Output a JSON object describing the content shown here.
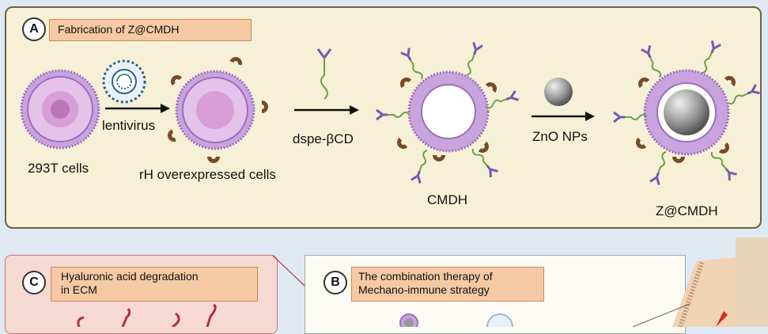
{
  "panel_a": {
    "badge": "A",
    "title": "Fabrication of Z@CMDH",
    "labels": {
      "cells_293t": "293T cells",
      "lentivirus": "lentivirus",
      "rh_cells": "rH overexpressed cells",
      "dspe": "dspe-βCD",
      "cmdh": "CMDH",
      "zno": "ZnO NPs",
      "zcmdh": "Z@CMDH"
    }
  },
  "panel_c": {
    "badge": "C",
    "title_line1": "Hyaluronic acid degradation",
    "title_line2": "in ECM"
  },
  "panel_b": {
    "badge": "B",
    "title_line1": "The combination therapy of",
    "title_line2": "Mechano-immune strategy"
  },
  "colors": {
    "panel_a_bg": "#f6f0d6",
    "title_bg": "#f4c9a3",
    "membrane": "#b68bd3",
    "cell_inner": "#e2b6e6",
    "nucleus": "#c57fc4",
    "enzyme": "#7a4a28",
    "linker": "#8a5fc0",
    "zno": "#9a9a9a"
  }
}
